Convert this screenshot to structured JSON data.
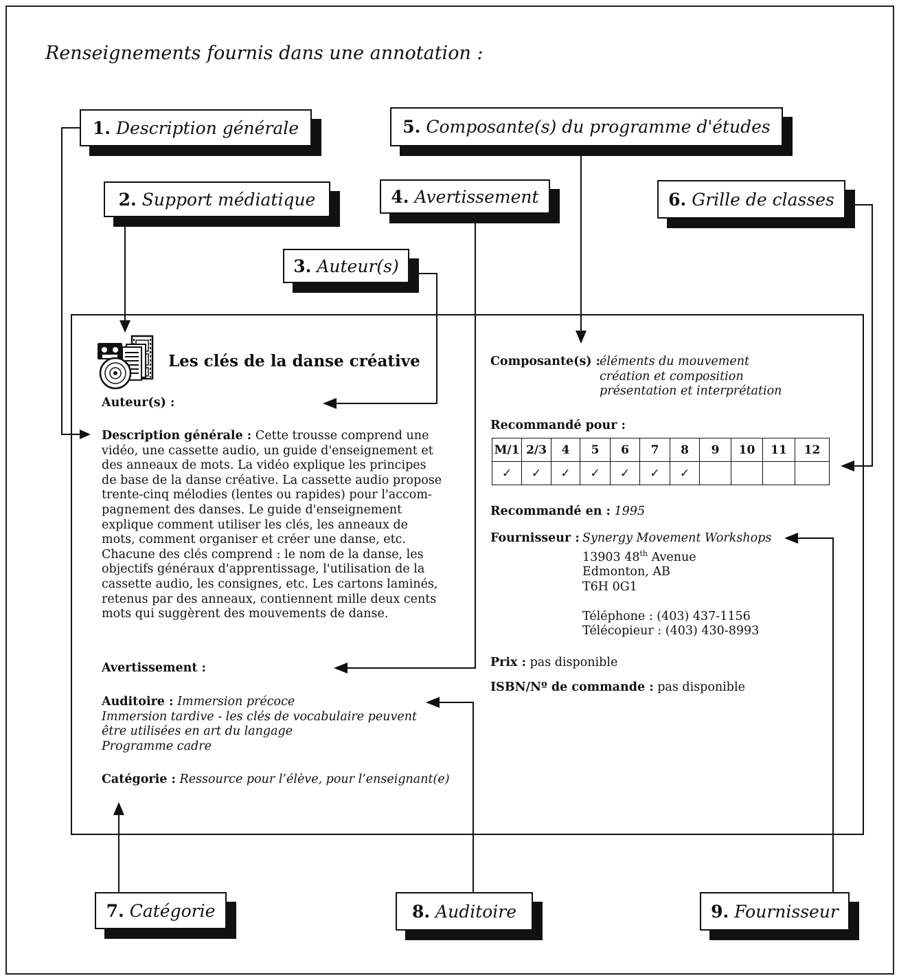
{
  "heading": "Renseignements fournis dans une annotation :",
  "labels": [
    {
      "num": "1.",
      "text": "Description générale"
    },
    {
      "num": "2.",
      "text": "Support médiatique"
    },
    {
      "num": "3.",
      "text": "Auteur(s)"
    },
    {
      "num": "4.",
      "text": "Avertissement"
    },
    {
      "num": "5.",
      "text": "Composante(s) du programme d'études"
    },
    {
      "num": "6.",
      "text": "Grille de classes"
    },
    {
      "num": "7.",
      "text": "Catégorie"
    },
    {
      "num": "8.",
      "text": "Auditoire"
    },
    {
      "num": "9.",
      "text": "Fournisseur"
    }
  ],
  "card": {
    "title": "Les clés de la danse créative",
    "author_label": "Auteur(s) :",
    "description_label": "Description générale :",
    "description_lines": [
      " Cette trousse comprend une",
      "vidéo, une cassette audio, un guide d'enseignement et",
      "des anneaux de mots. La vidéo explique les principes",
      "de base de la danse créative. La cassette audio propose",
      "trente-cinq mélodies (lentes ou rapides) pour l'accom-",
      "pagnement des danses. Le guide d'enseignement",
      "explique comment utiliser les clés, les anneaux de",
      "mots, comment organiser et créer une danse, etc.",
      "Chacune des clés comprend : le nom de la danse, les",
      "objectifs généraux d'apprentissage, l'utilisation de la",
      "cassette audio, les consignes, etc. Les cartons laminés,",
      "retenus par des anneaux, contiennent mille deux cents",
      "mots qui suggèrent des mouvements de danse."
    ],
    "warning_label": "Avertissement :",
    "audience_label": "Auditoire :",
    "audience_lines": [
      " Immersion précoce",
      "Immersion tardive - les clés de vocabulaire peuvent",
      "être utilisées en art du langage",
      "Programme cadre"
    ],
    "category_label": "Catégorie :",
    "category_value": " Ressource pour l’élève, pour l’enseignant(e)",
    "components_label": "Composante(s) :",
    "components": [
      "éléments du mouvement",
      "création et composition",
      "présentation et interprétation"
    ],
    "recommended_for_label": "Recommandé pour :",
    "grades": [
      "M/1",
      "2/3",
      "4",
      "5",
      "6",
      "7",
      "8",
      "9",
      "10",
      "11",
      "12"
    ],
    "checks": [
      "✓",
      "✓",
      "✓",
      "✓",
      "✓",
      "✓",
      "✓",
      "",
      "",
      "",
      ""
    ],
    "recommended_in_label": "Recommandé en :",
    "recommended_in_value": " 1995",
    "supplier_label": "Fournisseur :",
    "supplier_name": "Synergy Movement Workshops",
    "supplier_street_num": "13903 48",
    "supplier_street_sup": "th",
    "supplier_street_rest": " Avenue",
    "supplier_city": "Edmonton, AB",
    "supplier_postal": "T6H 0G1",
    "phone": "Téléphone : (403) 437-1156",
    "fax": "Télécopieur : (403) 430-8993",
    "price_label": "Prix :",
    "price_value": " pas disponible",
    "isbn_label": "ISBN/Nº de commande :",
    "isbn_value": " pas disponible"
  }
}
